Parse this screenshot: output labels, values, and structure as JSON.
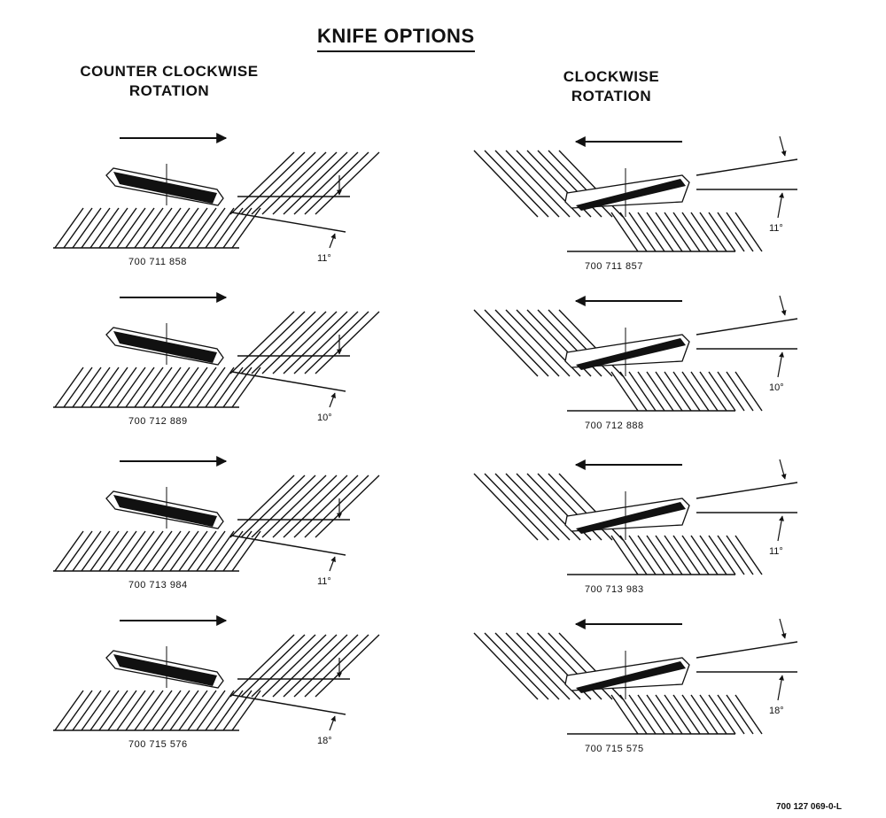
{
  "title": "KNIFE OPTIONS",
  "left_heading": [
    "COUNTER CLOCKWISE",
    "ROTATION"
  ],
  "right_heading": [
    "CLOCKWISE",
    "ROTATION"
  ],
  "options": [
    {
      "side": "left",
      "part_number": "700 711 858",
      "angle": "11°",
      "direction": "right"
    },
    {
      "side": "right",
      "part_number": "700 711 857",
      "angle": "11°",
      "direction": "left"
    },
    {
      "side": "left",
      "part_number": "700 712 889",
      "angle": "10°",
      "direction": "right"
    },
    {
      "side": "right",
      "part_number": "700 712 888",
      "angle": "10°",
      "direction": "left"
    },
    {
      "side": "left",
      "part_number": "700 713 984",
      "angle": "11°",
      "direction": "right"
    },
    {
      "side": "right",
      "part_number": "700 713 983",
      "angle": "11°",
      "direction": "left"
    },
    {
      "side": "left",
      "part_number": "700 715 576",
      "angle": "18°",
      "direction": "right"
    },
    {
      "side": "right",
      "part_number": "700 715 575",
      "angle": "18°",
      "direction": "left"
    }
  ],
  "document_number": "700 127 069-0-L"
}
